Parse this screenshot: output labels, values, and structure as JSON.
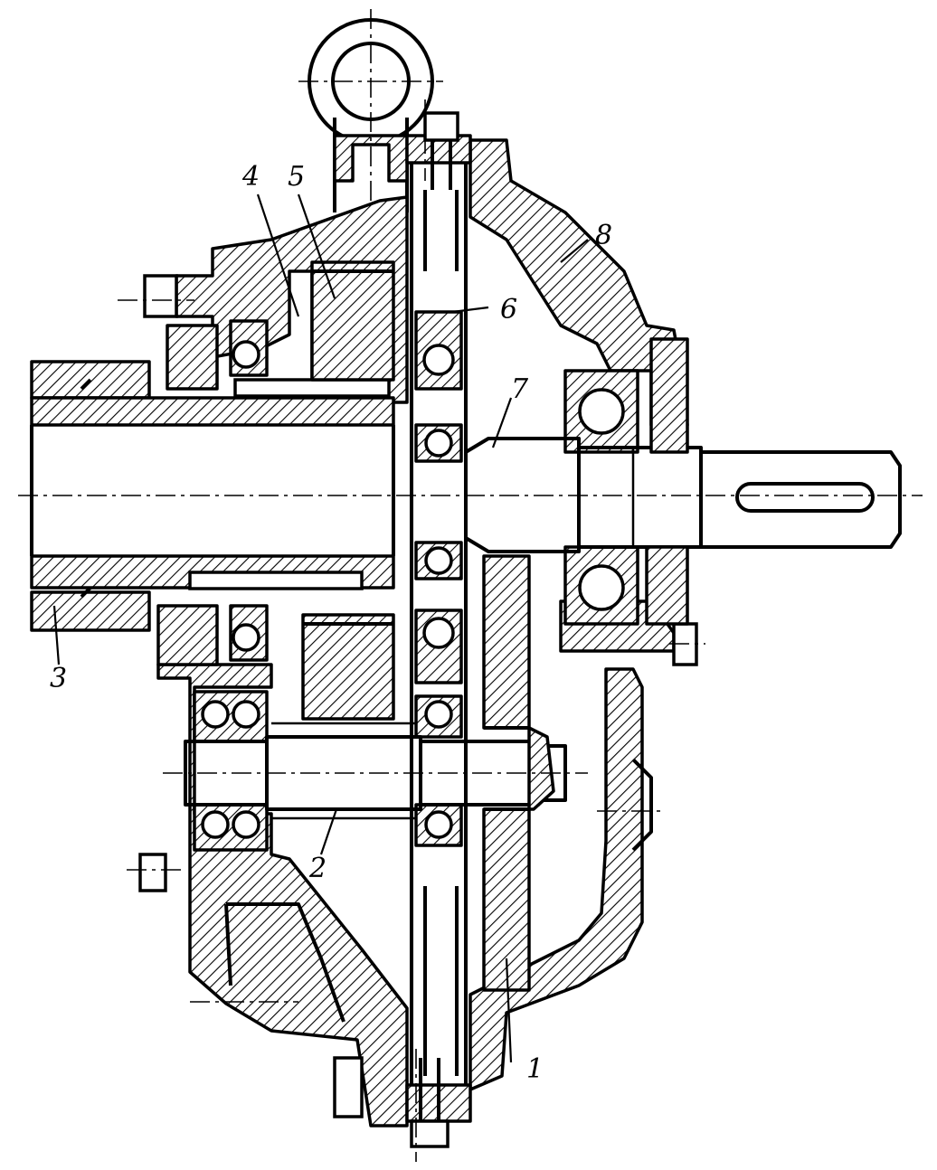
{
  "drawing": {
    "callouts": [
      {
        "id": "1",
        "text": "1"
      },
      {
        "id": "2",
        "text": "2"
      },
      {
        "id": "3",
        "text": "3"
      },
      {
        "id": "4",
        "text": "4"
      },
      {
        "id": "5",
        "text": "5"
      },
      {
        "id": "6",
        "text": "6"
      },
      {
        "id": "7",
        "text": "7"
      },
      {
        "id": "8",
        "text": "8"
      }
    ],
    "colors": {
      "ink": "#000000",
      "paper": "#ffffff"
    }
  }
}
